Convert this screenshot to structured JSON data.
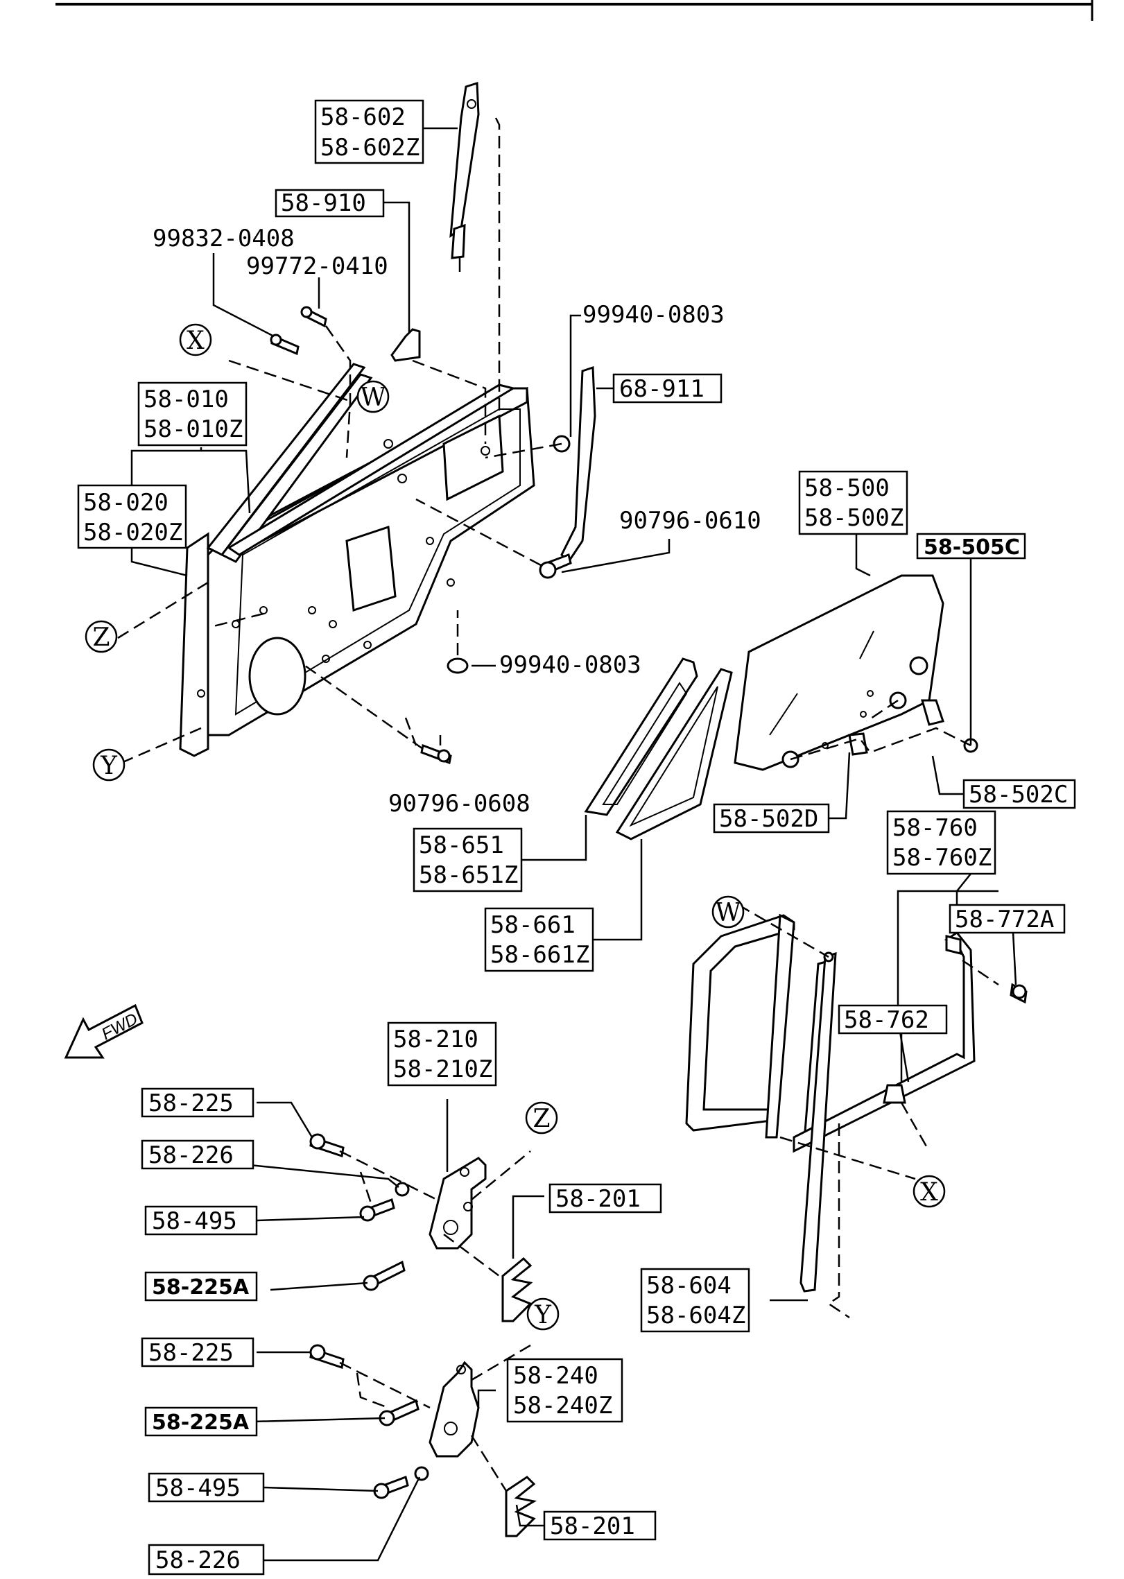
{
  "circle_marks": {
    "x_top": "X",
    "w_top": "W",
    "z_left": "Z",
    "y_left": "Y",
    "w_right": "W",
    "x_right": "X",
    "z_hinge": "Z",
    "y_hinge": "Y"
  },
  "parts": {
    "p58_602": "58-602",
    "p58_602z": "58-602Z",
    "p58_910": "58-910",
    "p99832_0408": "99832-0408",
    "p99772_0410": "99772-0410",
    "p99940_0803_top": "99940-0803",
    "p68_911": "68-911",
    "p58_010": "58-010",
    "p58_010z": "58-010Z",
    "p58_020": "58-020",
    "p58_020z": "58-020Z",
    "p90796_0610": "90796-0610",
    "p99940_0803_mid": "99940-0803",
    "p90796_0608": "90796-0608",
    "p58_500": "58-500",
    "p58_500z": "58-500Z",
    "p58_505c": "58-505C",
    "p58_502c": "58-502C",
    "p58_502d": "58-502D",
    "p58_651": "58-651",
    "p58_651z": "58-651Z",
    "p58_661": "58-661",
    "p58_661z": "58-661Z",
    "p58_760": "58-760",
    "p58_760z": "58-760Z",
    "p58_772a": "58-772A",
    "p58_762": "58-762",
    "p58_604": "58-604",
    "p58_604z": "58-604Z",
    "p58_210": "58-210",
    "p58_210z": "58-210Z",
    "p58_225_a": "58-225",
    "p58_226_a": "58-226",
    "p58_495_a": "58-495",
    "p58_225a_a": "58-225A",
    "p58_201_a": "58-201",
    "p58_225_b": "58-225",
    "p58_240": "58-240",
    "p58_240z": "58-240Z",
    "p58_225a_b": "58-225A",
    "p58_495_b": "58-495",
    "p58_226_b": "58-226",
    "p58_201_b": "58-201"
  },
  "fwd_label": "FWD"
}
